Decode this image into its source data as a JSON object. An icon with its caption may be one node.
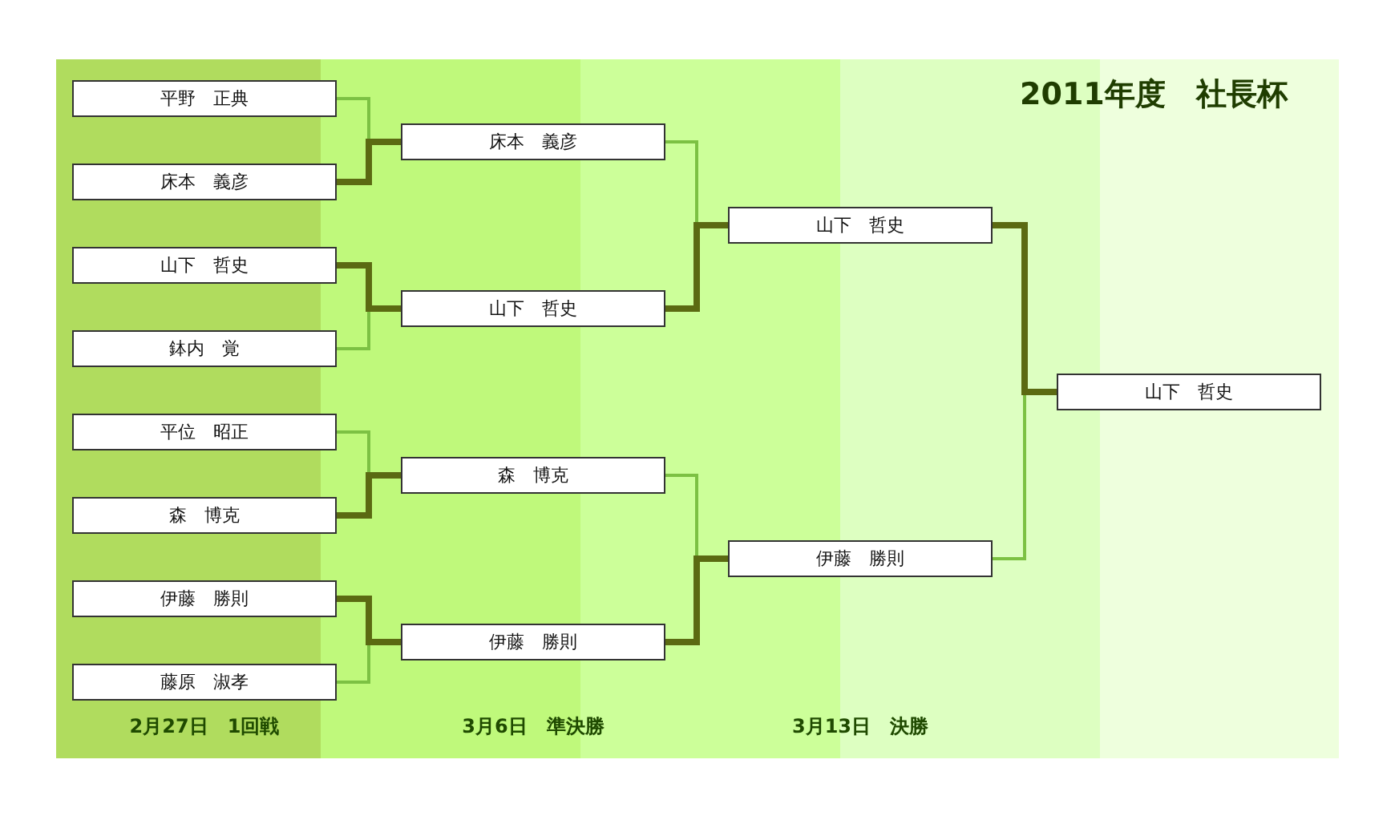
{
  "diagram": {
    "title": "2011年度　社長杯",
    "nodes": [
      {
        "text": [
          "平野　正典"
        ]
      },
      {
        "text": [
          "床本　義彦"
        ]
      },
      {
        "text": [
          "山下　哲史"
        ]
      },
      {
        "text": [
          "鉢内　覚"
        ]
      },
      {
        "text": [
          "平位　昭正"
        ]
      },
      {
        "text": [
          "森　博克"
        ]
      },
      {
        "text": [
          "伊藤　勝則"
        ]
      },
      {
        "text": [
          "藤原　淑孝"
        ]
      },
      {
        "text": [
          "床本　義彦"
        ]
      },
      {
        "text": [
          "山下　哲史"
        ]
      },
      {
        "text": [
          "森　博克"
        ]
      },
      {
        "text": [
          "伊藤　勝則"
        ]
      },
      {
        "text": [
          "山下　哲史"
        ]
      },
      {
        "text": [
          "伊藤　勝則"
        ]
      },
      {
        "text": [
          "山下　哲史"
        ]
      }
    ],
    "edges": [
      {
        "from": 0,
        "to": 8,
        "arrow": "none"
      },
      {
        "from": 1,
        "to": 8,
        "arrow": "none",
        "style": "thick",
        "color": "#5b6a12"
      },
      {
        "from": 2,
        "to": 9,
        "arrow": "none",
        "style": "thick",
        "color": "#5b6a12"
      },
      {
        "from": 3,
        "to": 9,
        "arrow": "none"
      },
      {
        "from": 4,
        "to": 10,
        "arrow": "none"
      },
      {
        "from": 5,
        "to": 10,
        "arrow": "none",
        "style": "thick",
        "color": "#5b6a12"
      },
      {
        "from": 6,
        "to": 11,
        "arrow": "none",
        "style": "thick",
        "color": "#5b6a12"
      },
      {
        "from": 7,
        "to": 11,
        "arrow": "none"
      },
      {
        "from": 8,
        "to": 12,
        "arrow": "none"
      },
      {
        "from": 9,
        "to": 12,
        "arrow": "none",
        "style": "thick",
        "color": "#5b6a12"
      },
      {
        "from": 10,
        "to": 13,
        "arrow": "none"
      },
      {
        "from": 11,
        "to": 13,
        "arrow": "none",
        "style": "thick",
        "color": "#5b6a12"
      },
      {
        "from": 12,
        "to": 14,
        "arrow": "none",
        "style": "thick",
        "color": "#5b6a12"
      },
      {
        "from": 13,
        "to": 14,
        "arrow": "none"
      }
    ],
    "labels": [
      "2月27日　1回戦",
      "3月6日　準決勝",
      "3月13日　決勝"
    ]
  }
}
